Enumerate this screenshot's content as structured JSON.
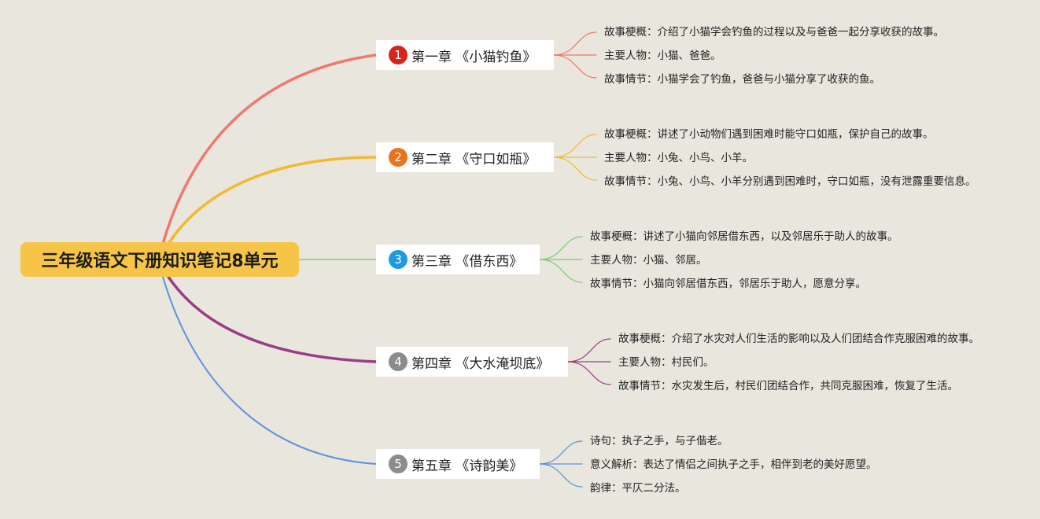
{
  "root": {
    "title": "三年级语文下册知识笔记8单元"
  },
  "colors": {
    "branches": [
      "#f1786b",
      "#f4b92f",
      "#7ccd6b",
      "#9a3d86",
      "#5b93dc"
    ],
    "badges": [
      "#d9231c",
      "#e8741c",
      "#1d9be0",
      "#8c8c8c",
      "#8c8c8c"
    ]
  },
  "chapters": [
    {
      "num": "1",
      "label": "第一章 《小猫钓鱼》",
      "items": [
        "故事梗概：介绍了小猫学会钓鱼的过程以及与爸爸一起分享收获的故事。",
        "主要人物：小猫、爸爸。",
        "故事情节：小猫学会了钓鱼，爸爸与小猫分享了收获的鱼。"
      ]
    },
    {
      "num": "2",
      "label": "第二章 《守口如瓶》",
      "items": [
        "故事梗概：讲述了小动物们遇到困难时能守口如瓶，保护自己的故事。",
        "主要人物：小兔、小鸟、小羊。",
        "故事情节：小兔、小鸟、小羊分别遇到困难时，守口如瓶，没有泄露重要信息。"
      ]
    },
    {
      "num": "3",
      "label": "第三章 《借东西》",
      "items": [
        "故事梗概：讲述了小猫向邻居借东西，以及邻居乐于助人的故事。",
        "主要人物：小猫、邻居。",
        "故事情节：小猫向邻居借东西，邻居乐于助人，愿意分享。"
      ]
    },
    {
      "num": "4",
      "label": "第四章 《大水淹坝底》",
      "items": [
        "故事梗概：介绍了水灾对人们生活的影响以及人们团结合作克服困难的故事。",
        "主要人物：村民们。",
        "故事情节：水灾发生后，村民们团结合作，共同克服困难，恢复了生活。"
      ]
    },
    {
      "num": "5",
      "label": "第五章 《诗韵美》",
      "items": [
        "诗句：执子之手，与子偕老。",
        "意义解析：表达了情侣之间执子之手，相伴到老的美好愿望。",
        "韵律：平仄二分法。"
      ]
    }
  ]
}
